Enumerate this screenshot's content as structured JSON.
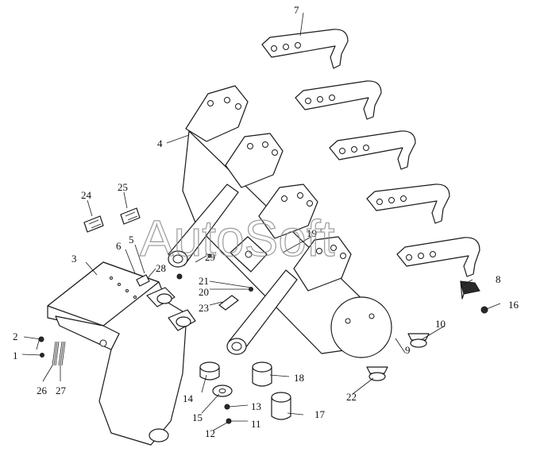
{
  "watermark": "AutoSoft",
  "colors": {
    "line": "#1a1a1a",
    "background": "#ffffff",
    "watermark": "#8a8a8a"
  },
  "callouts": [
    {
      "label": "1"
    },
    {
      "label": "2"
    },
    {
      "label": "3"
    },
    {
      "label": "4"
    },
    {
      "label": "5"
    },
    {
      "label": "6"
    },
    {
      "label": "7"
    },
    {
      "label": "8"
    },
    {
      "label": "9"
    },
    {
      "label": "10"
    },
    {
      "label": "11"
    },
    {
      "label": "12"
    },
    {
      "label": "13"
    },
    {
      "label": "14"
    },
    {
      "label": "15"
    },
    {
      "label": "16"
    },
    {
      "label": "17"
    },
    {
      "label": "18"
    },
    {
      "label": "19"
    },
    {
      "label": "20"
    },
    {
      "label": "21"
    },
    {
      "label": "22"
    },
    {
      "label": "23"
    },
    {
      "label": "24"
    },
    {
      "label": "25"
    },
    {
      "label": "26"
    },
    {
      "label": "27"
    },
    {
      "label": "28"
    },
    {
      "label": "29"
    }
  ]
}
